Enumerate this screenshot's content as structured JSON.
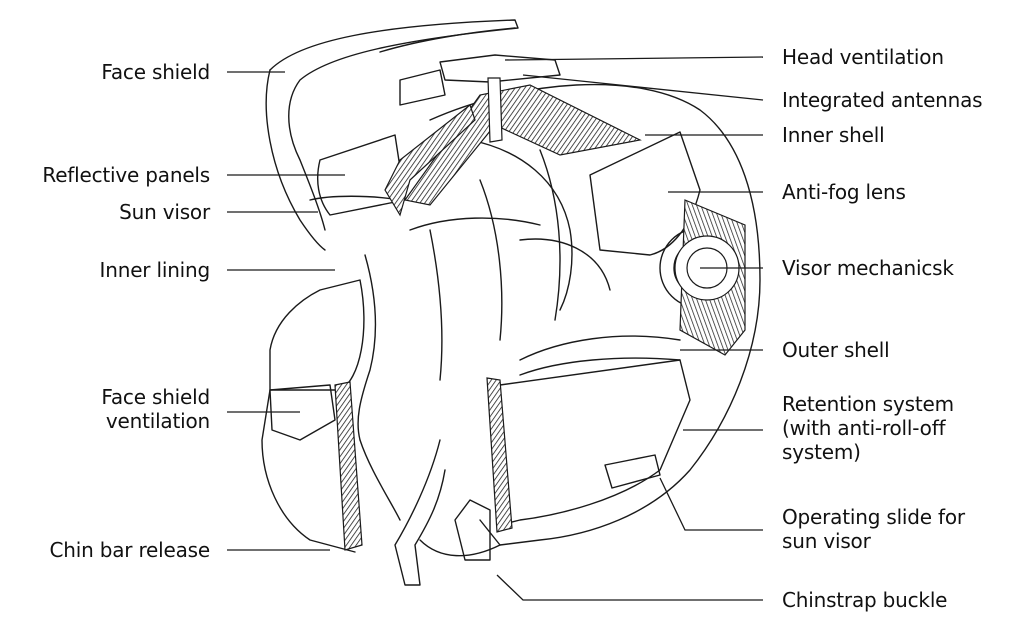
{
  "diagram": {
    "labels_left": {
      "face_shield": "Face shield",
      "reflective_panels": "Reflective panels",
      "sun_visor": "Sun visor",
      "inner_lining": "Inner lining",
      "face_shield_ventilation_1": "Face shield",
      "face_shield_ventilation_2": "ventilation",
      "chin_bar_release": "Chin bar release"
    },
    "labels_right": {
      "head_ventilation": "Head ventilation",
      "integrated_antennas": "Integrated antennas",
      "inner_shell": "Inner shell",
      "anti_fog_lens": "Anti-fog lens",
      "visor_mechanics": "Visor mechanicsk",
      "outer_shell": "Outer shell",
      "retention_system_1": "Retention system",
      "retention_system_2": "(with anti-roll-off",
      "retention_system_3": "system)",
      "operating_slide_1": "Operating slide for",
      "operating_slide_2": "sun visor",
      "chinstrap_buckle": "Chinstrap buckle"
    }
  }
}
